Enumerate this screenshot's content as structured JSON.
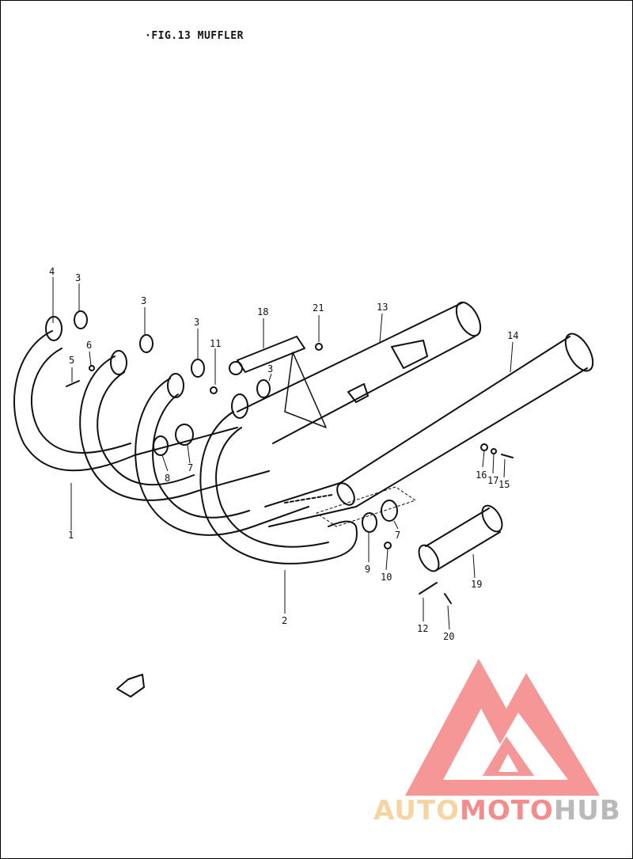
{
  "figure": {
    "title": "·FIG.13  MUFFLER"
  },
  "callouts": [
    "4",
    "3",
    "3",
    "3",
    "18",
    "21",
    "13",
    "14",
    "5",
    "6",
    "11",
    "3",
    "8",
    "7",
    "16",
    "17",
    "15",
    "1",
    "2",
    "9",
    "10",
    "7",
    "19",
    "12",
    "20"
  ],
  "watermark": {
    "part1": "AUTO",
    "part2": "MOTO",
    "part3": "HUB",
    "colors": {
      "auto": "#f7d5a3",
      "moto": "#f58c8c",
      "hub": "#b9b9b9",
      "logo": "#f58c8c"
    }
  }
}
